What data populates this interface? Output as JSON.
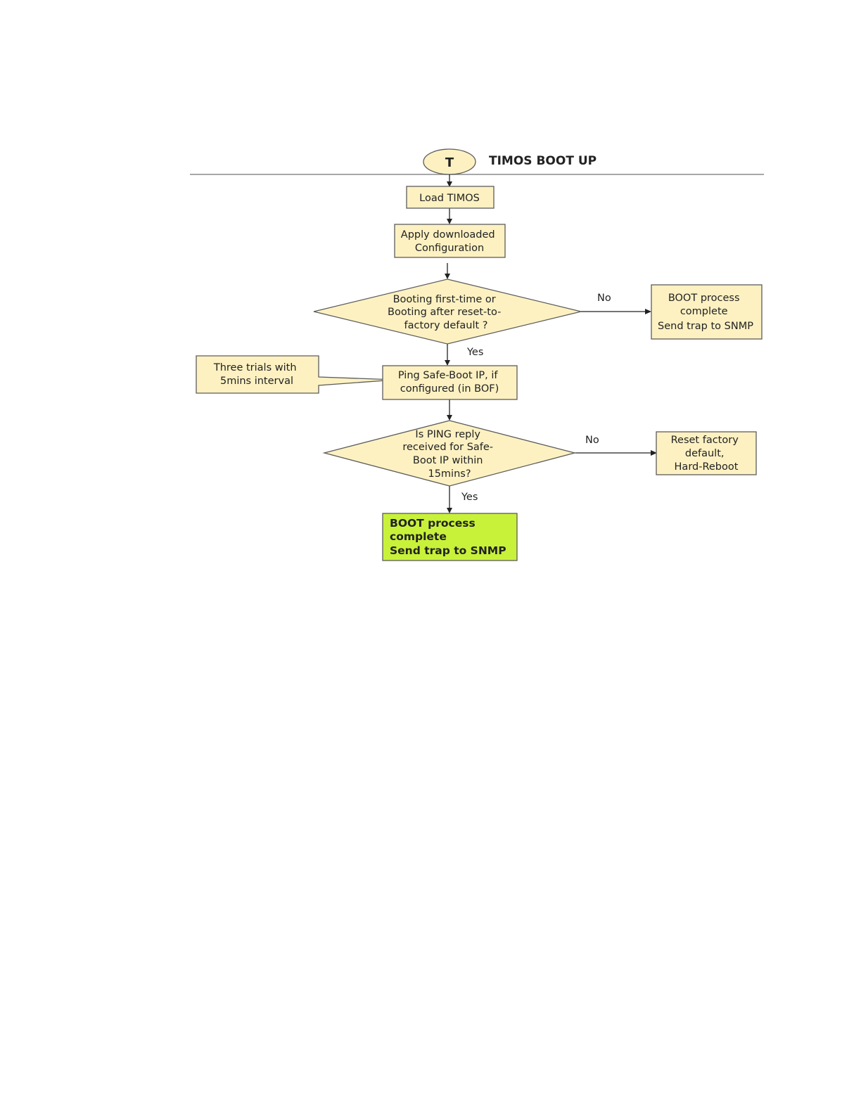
{
  "colors": {
    "node_fill": "#fdf1c2",
    "final_fill": "#c8f23a",
    "border": "#5c5c5c",
    "line": "#222222"
  },
  "diagram": {
    "start_symbol": "T",
    "title": "TIMOS BOOT UP",
    "load_timos": "Load TIMOS",
    "apply_config": [
      "Apply downloaded",
      "Configuration"
    ],
    "decision_first_boot": [
      "Booting first-time  or",
      "Booting after reset-to-",
      "factory default ?"
    ],
    "boot_complete_no": [
      "BOOT process",
      "complete",
      "Send trap to  SNMP"
    ],
    "ping_safe_boot": [
      "Ping Safe-Boot IP, if",
      "configured (in BOF)"
    ],
    "trials_note": [
      "Three trials with",
      "5mins interval"
    ],
    "decision_ping": [
      "Is PING reply",
      "received for Safe-",
      "Boot IP within",
      "15mins?"
    ],
    "reset_factory": [
      "Reset factory",
      "default,",
      "Hard-Reboot"
    ],
    "boot_complete_final": [
      "BOOT process",
      "complete",
      "Send trap to SNMP"
    ],
    "label_no_1": "No",
    "label_yes_1": "Yes",
    "label_no_2": "No",
    "label_yes_2": "Yes"
  }
}
